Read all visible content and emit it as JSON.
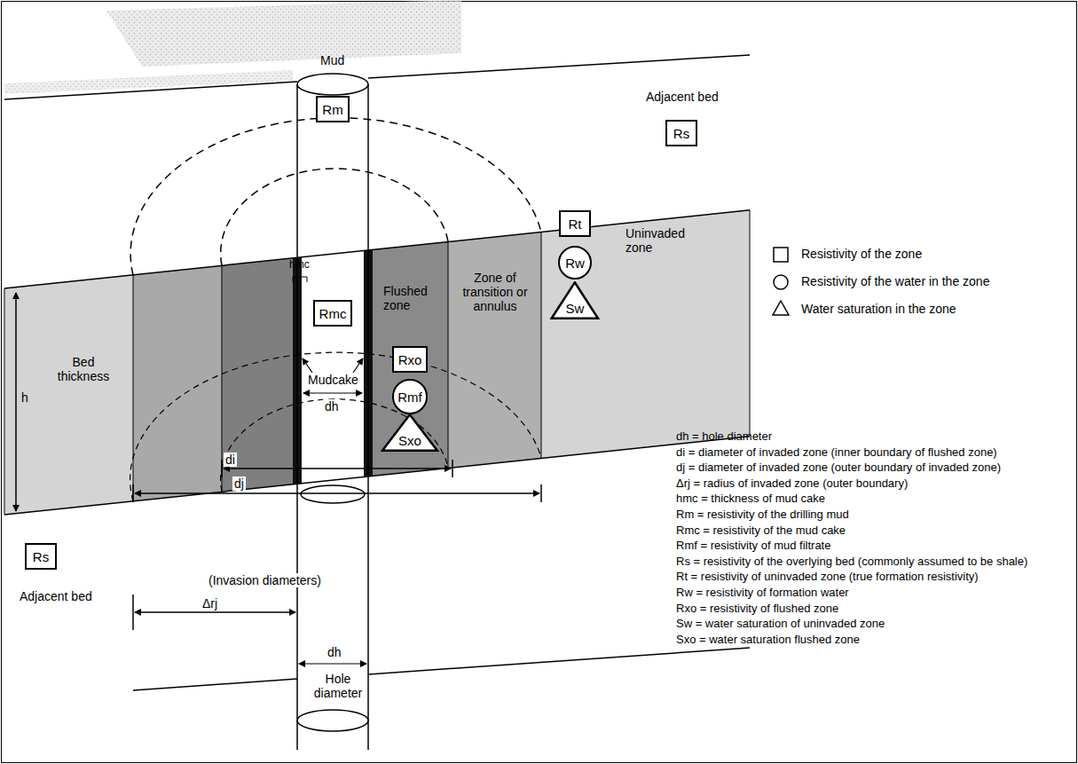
{
  "diagram": {
    "nodes": [
      {
        "text": [
          "Rm"
        ]
      },
      {
        "text": [
          "Rs"
        ]
      },
      {
        "text": [
          "Rmc"
        ]
      },
      {
        "text": [
          "Rxo"
        ]
      },
      {
        "text": [
          "Rmf"
        ]
      },
      {
        "text": [
          "Sxo"
        ]
      },
      {
        "text": [
          "Rt"
        ]
      },
      {
        "text": [
          "Rw"
        ]
      },
      {
        "text": [
          "Sw"
        ]
      },
      {
        "text": [
          "Rs"
        ]
      }
    ],
    "edges": [],
    "labels": [
      "Mud",
      "Adjacent bed",
      "Uninvaded zone",
      "Flushed zone",
      "Zone of transition or annulus",
      "Bed thickness",
      "h",
      "hmc",
      "Mudcake",
      "dh",
      "di",
      "dj",
      "(Invasion diameters)",
      "Adjacent bed",
      "Δrj",
      "dh",
      "Hole diameter",
      "dh = hole diameter",
      "di = diameter of invaded zone (inner boundary of flushed zone)",
      "dj = diameter of invaded zone (outer boundary of invaded zone)",
      "Δrj = radius of invaded zone (outer boundary)",
      "hmc = thickness of mud cake",
      "Rm = resistivity of the drilling mud",
      "Rmc = resistivity of the mud cake",
      "Rmf = resistivity of mud filtrate",
      "Rs = resistivity of the overlying bed (commonly assumed to be shale)",
      "Rt = resistivity of uninvaded zone (true formation resistivity)",
      "Rw = resistivity of formation water",
      "Rxo = resistivity of flushed zone",
      "Sw = water saturation of uninvaded zone",
      "Sxo = water saturation flushed zone"
    ],
    "legend": [
      {
        "text": "Resistivity of the zone"
      },
      {
        "text": "Resistivity of the water in the zone"
      },
      {
        "text": "Water saturation in the zone"
      }
    ]
  }
}
